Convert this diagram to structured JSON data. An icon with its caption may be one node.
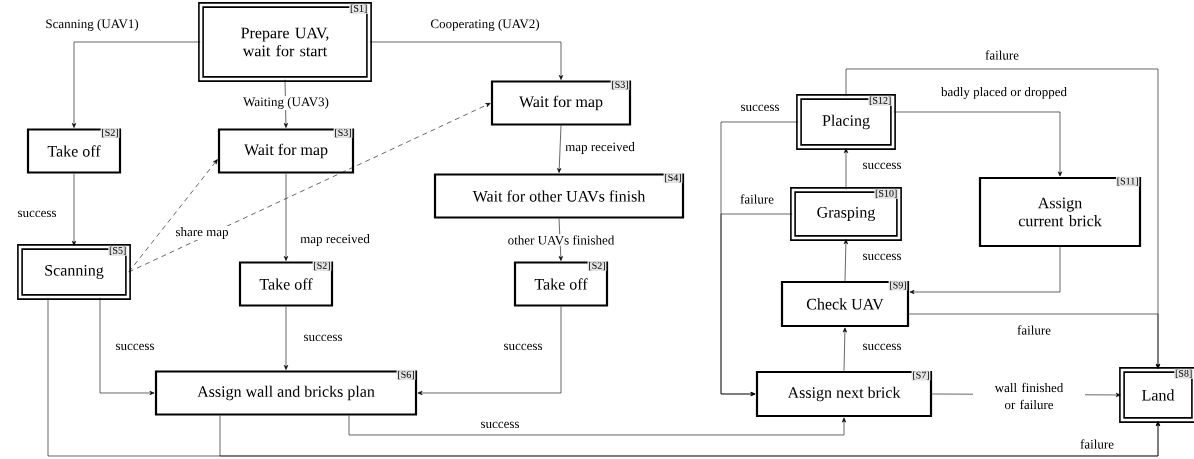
{
  "diagram": {
    "nodes": [
      {
        "text": [
          "[S1]",
          "Prepare UAV, wait for start"
        ]
      },
      {
        "text": [
          "[S2]",
          "Take off"
        ]
      },
      {
        "text": [
          "[S3]",
          "Wait for map"
        ]
      },
      {
        "text": [
          "[S3]",
          "Wait for map"
        ]
      },
      {
        "text": [
          "[S4]",
          "Wait for other UAVs finish"
        ]
      },
      {
        "text": [
          "[S5]",
          "Scanning"
        ]
      },
      {
        "text": [
          "[S2]",
          "Take off"
        ]
      },
      {
        "text": [
          "[S2]",
          "Take off"
        ]
      },
      {
        "text": [
          "[S6]",
          "Assign wall and bricks plan"
        ]
      },
      {
        "text": [
          "[S12]",
          "Placing"
        ]
      },
      {
        "text": [
          "[S10]",
          "Grasping"
        ]
      },
      {
        "text": [
          "[S11]",
          "Assign current brick"
        ]
      },
      {
        "text": [
          "[S9]",
          "Check UAV"
        ]
      },
      {
        "text": [
          "[S7]",
          "Assign next brick"
        ]
      },
      {
        "text": [
          "[S8]",
          "Land"
        ]
      }
    ],
    "edges": [
      {
        "from": 0,
        "to": 1,
        "arrow": "to",
        "label": "Scanning (UAV1)"
      },
      {
        "from": 0,
        "to": 2,
        "arrow": "to",
        "label": "Waiting (UAV3)"
      },
      {
        "from": 0,
        "to": 3,
        "arrow": "to",
        "label": "Cooperating (UAV2)"
      },
      {
        "from": 1,
        "to": 5,
        "arrow": "to",
        "label": "success"
      },
      {
        "from": 2,
        "to": 6,
        "arrow": "to",
        "label": "map received"
      },
      {
        "from": 3,
        "to": 4,
        "arrow": "to",
        "label": "map received"
      },
      {
        "from": 4,
        "to": 7,
        "arrow": "to",
        "label": "other UAVs finished"
      },
      {
        "from": 5,
        "to": 2,
        "arrow": "to",
        "style": "dashed",
        "label": "share map"
      },
      {
        "from": 5,
        "to": 3,
        "arrow": "to",
        "style": "dashed"
      },
      {
        "from": 5,
        "to": 8,
        "arrow": "to",
        "label": "success"
      },
      {
        "from": 6,
        "to": 8,
        "arrow": "to",
        "label": "success"
      },
      {
        "from": 7,
        "to": 8,
        "arrow": "to",
        "label": "success"
      },
      {
        "from": 8,
        "to": 13,
        "arrow": "to",
        "label": "success"
      },
      {
        "from": 5,
        "to": 14,
        "arrow": "to",
        "label": "failure"
      },
      {
        "from": 8,
        "to": 14,
        "arrow": "to"
      },
      {
        "from": 13,
        "to": 12,
        "arrow": "to",
        "label": "success"
      },
      {
        "from": 12,
        "to": 10,
        "arrow": "to",
        "label": "success"
      },
      {
        "from": 10,
        "to": 9,
        "arrow": "to",
        "label": "success"
      },
      {
        "from": 9,
        "to": 13,
        "arrow": "to",
        "label": "success"
      },
      {
        "from": 10,
        "to": 13,
        "arrow": "to",
        "label": "failure"
      },
      {
        "from": 9,
        "to": 11,
        "arrow": "to",
        "label": "badly placed or dropped"
      },
      {
        "from": 9,
        "to": 14,
        "arrow": "to",
        "label": "failure"
      },
      {
        "from": 11,
        "to": 12,
        "arrow": "to"
      },
      {
        "from": 12,
        "to": 14,
        "arrow": "to",
        "label": "failure"
      },
      {
        "from": 13,
        "to": 14,
        "arrow": "to",
        "label": "wall finished or failure"
      }
    ]
  }
}
